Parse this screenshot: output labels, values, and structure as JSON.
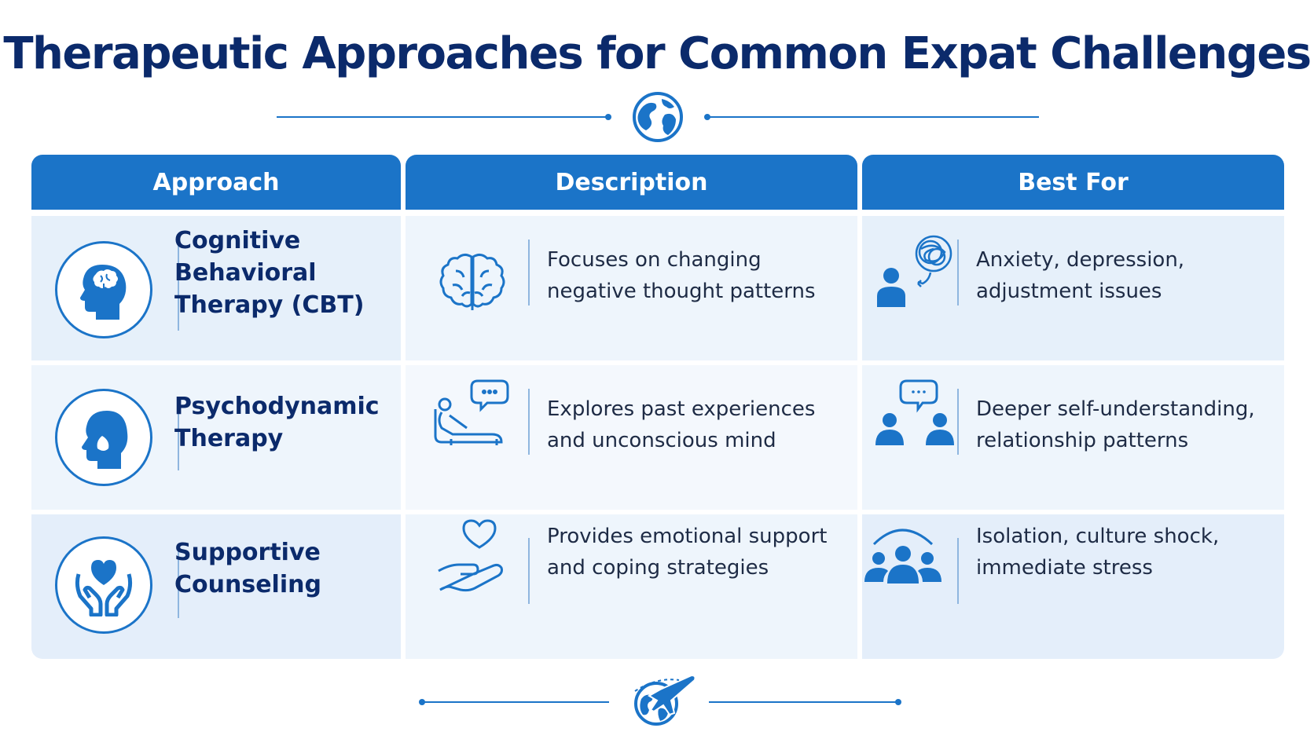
{
  "title": "Therapeutic Approaches for Common Expat Challenges",
  "icons": {
    "top_divider": "globe-icon",
    "bottom_divider": "globe-airplane-icon"
  },
  "colors": {
    "primary_blue": "#1b74c8",
    "title_navy": "#0b2a6b",
    "row_light": "#e9f2fb",
    "row_lighter": "#f1f6fc"
  },
  "table": {
    "headers": [
      "Approach",
      "Description",
      "Best For"
    ],
    "rows": [
      {
        "approach": "Cognitive\nBehavioral\nTherapy (CBT)",
        "approach_icon": "head-brain-icon",
        "description": "Focuses on changing\nnegative thought patterns",
        "description_icon": "brain-icon",
        "best_for": "Anxiety, depression,\nadjustment issues",
        "best_for_icon": "person-tangled-thoughts-icon"
      },
      {
        "approach": "Psychodynamic\nTherapy",
        "approach_icon": "head-profile-icon",
        "description": "Explores past experiences\nand unconscious mind",
        "description_icon": "couch-speech-bubble-icon",
        "best_for": "Deeper self-understanding,\nrelationship patterns",
        "best_for_icon": "two-people-conversation-icon"
      },
      {
        "approach": "Supportive\nCounseling",
        "approach_icon": "hands-heart-icon",
        "description": "Provides emotional support\nand coping strategies",
        "description_icon": "hand-heart-icon",
        "best_for": "Isolation, culture shock,\nimmediate stress",
        "best_for_icon": "group-people-icon"
      }
    ]
  }
}
